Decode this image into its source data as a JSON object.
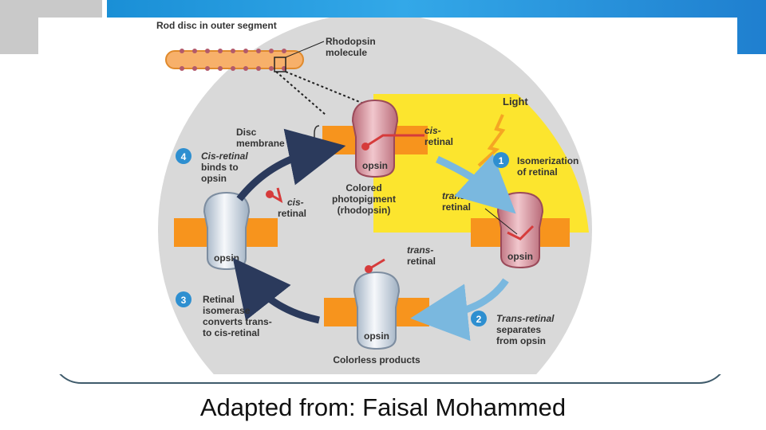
{
  "diagram": {
    "top_labels": {
      "rod_disc": "Rod disc in outer segment",
      "rhodopsin_1": "Rhodopsin",
      "rhodopsin_2": "molecule",
      "light": "Light"
    },
    "labels": {
      "disc_membrane_1": "Disc",
      "disc_membrane_2": "membrane",
      "cis_retinal_1": "cis-",
      "cis_retinal_2": "retinal",
      "opsin": "opsin",
      "colored_1": "Colored",
      "colored_2": "photopigment",
      "colored_3": "(rhodopsin)",
      "trans_retinal_1": "trans-",
      "trans_retinal_2": "retinal",
      "colorless": "Colorless products"
    },
    "steps": [
      {
        "number": "1",
        "line1": "Isomerization",
        "line2": "of retinal",
        "line3": ""
      },
      {
        "number": "2",
        "line1": "Trans-retinal",
        "line2": "separates",
        "line3": "from opsin"
      },
      {
        "number": "3",
        "line1": "Retinal",
        "line2": "isomerase",
        "line3": "converts trans-",
        "line4": "to cis-retinal"
      },
      {
        "number": "4",
        "line1": "Cis-retinal",
        "line2": "binds to",
        "line3": "opsin"
      }
    ],
    "colors": {
      "circle": "#d9d9d9",
      "light_region": "#fce52e",
      "membrane": "#f7941d",
      "opsin_pink": "#d28a95",
      "opsin_white": "#dde3ea",
      "step_badge": "#2e8fd0",
      "arrow_dark": "#2b3a5c",
      "arrow_light": "#7ab8df"
    }
  },
  "caption": "Adapted from: Faisal Mohammed"
}
